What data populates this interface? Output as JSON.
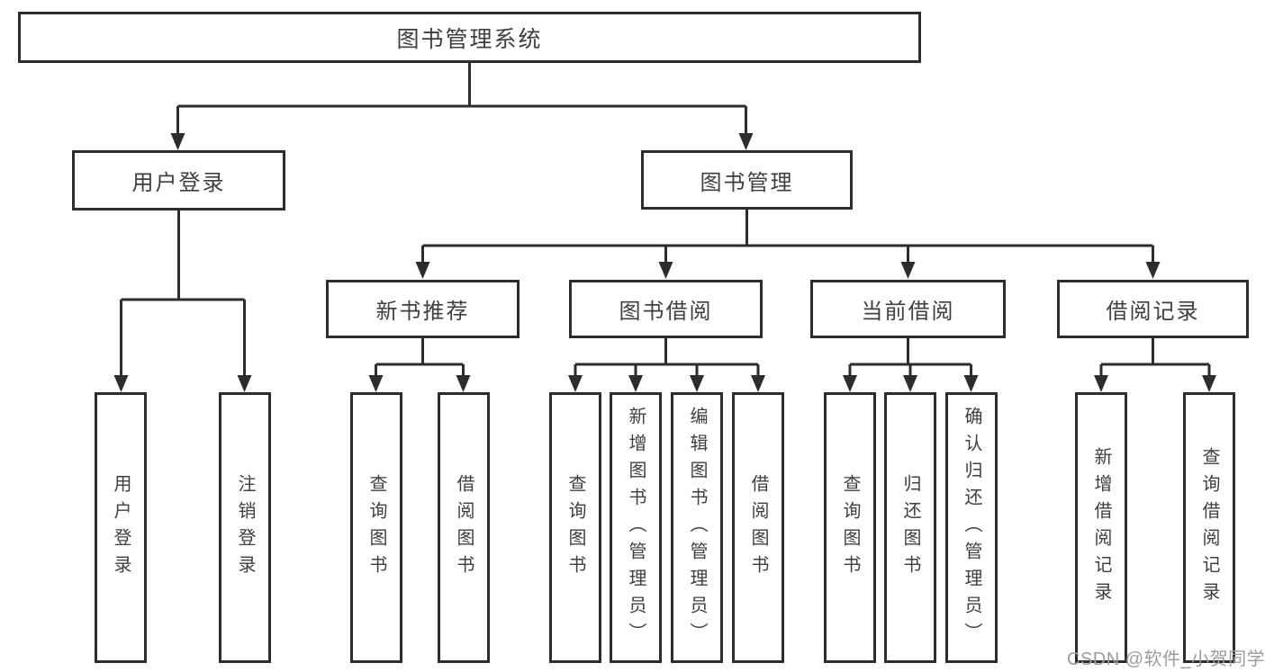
{
  "diagram": {
    "root": {
      "label": "图书管理系统"
    },
    "user_login": {
      "label": "用户登录",
      "children": [
        {
          "label": "用户登录"
        },
        {
          "label": "注销登录"
        }
      ]
    },
    "book_mgmt": {
      "label": "图书管理",
      "sections": [
        {
          "label": "新书推荐",
          "children": [
            {
              "label": "查询图书"
            },
            {
              "label": "借阅图书"
            }
          ]
        },
        {
          "label": "图书借阅",
          "children": [
            {
              "label": "查询图书"
            },
            {
              "label": "新增图书（管理员）"
            },
            {
              "label": "编辑图书（管理员）"
            },
            {
              "label": "借阅图书"
            }
          ]
        },
        {
          "label": "当前借阅",
          "children": [
            {
              "label": "查询图书"
            },
            {
              "label": "归还图书"
            },
            {
              "label": "确认归还（管理员）"
            }
          ]
        },
        {
          "label": "借阅记录",
          "children": [
            {
              "label": "新增借阅记录"
            },
            {
              "label": "查询借阅记录"
            }
          ]
        }
      ]
    }
  },
  "watermark": {
    "text": "CSDN @软件_小贺同学",
    "color": "#9c9c9c"
  },
  "colors": {
    "background": "#ffffff",
    "line": "#2d2d2d",
    "box_border": "#2d2d2d",
    "text": "#3c4043"
  }
}
